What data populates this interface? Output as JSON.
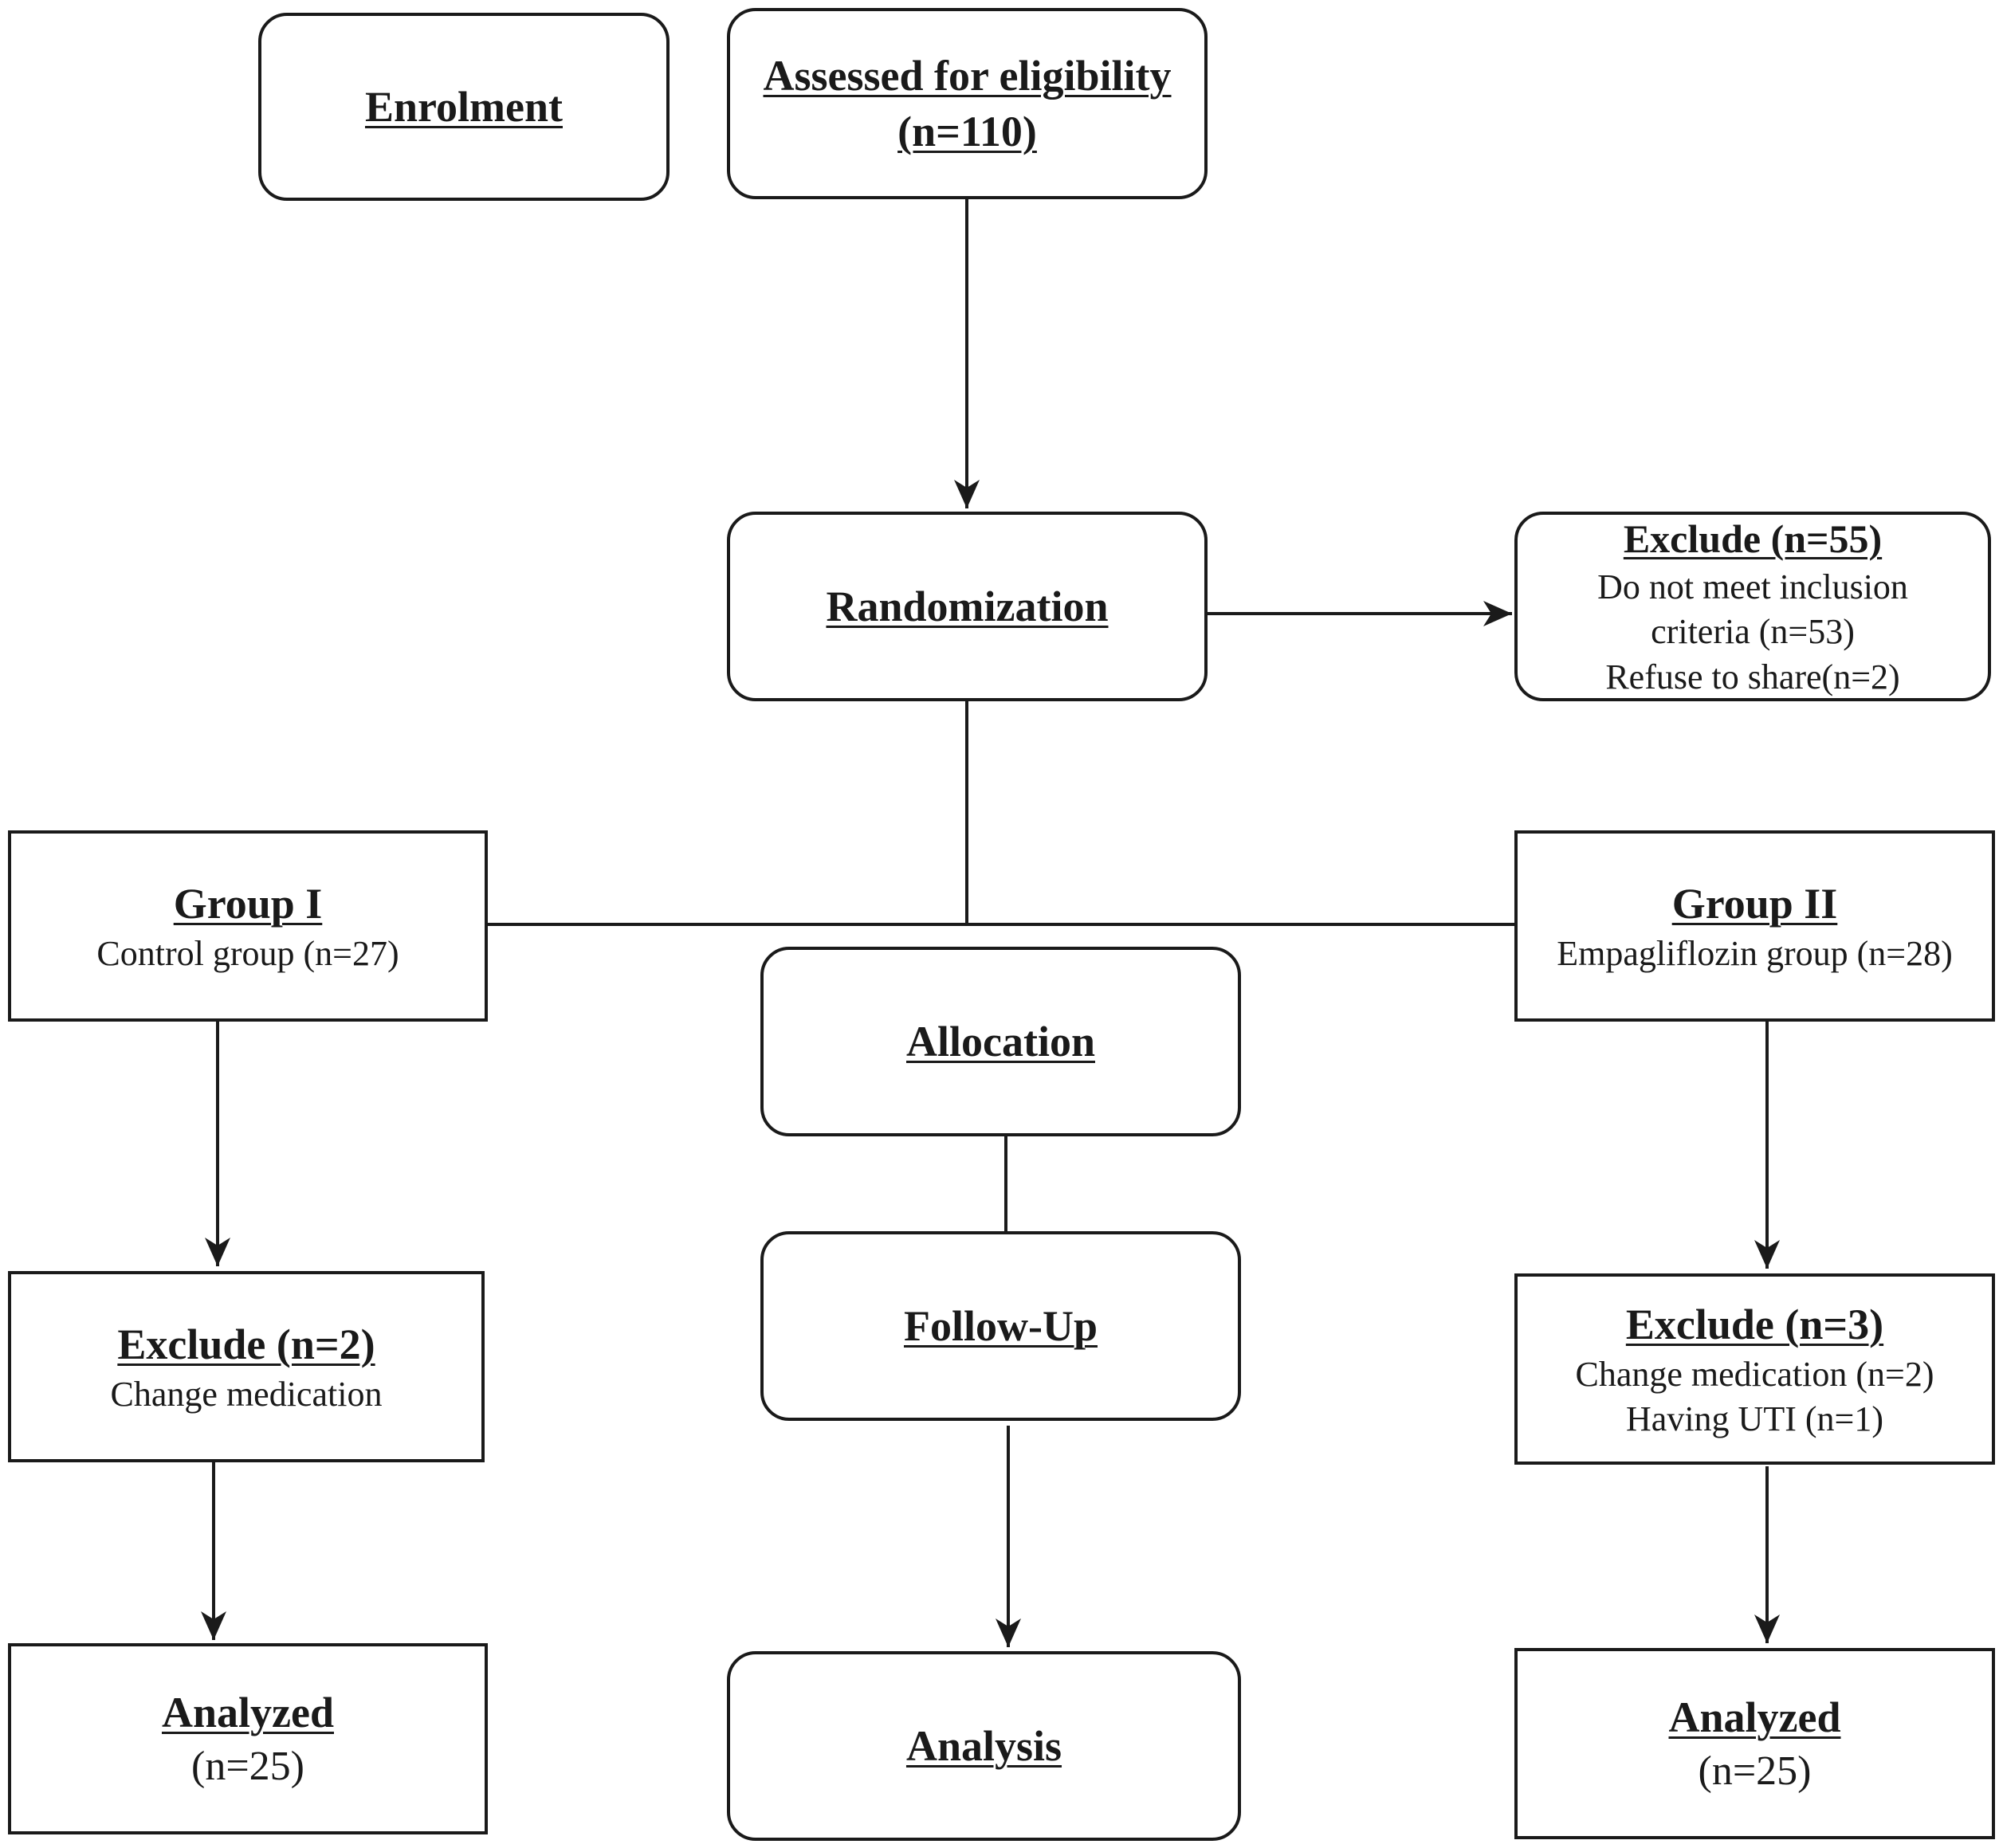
{
  "enrolment": {
    "title": "Enrolment"
  },
  "eligibility": {
    "title_line1": "Assessed for eligibility",
    "title_line2": "(n=110)"
  },
  "randomization": {
    "title": "Randomization"
  },
  "exclude_top": {
    "title": "Exclude (n=55)",
    "lines": [
      "Do not meet inclusion",
      "criteria (n=53)",
      "Refuse to share(n=2)"
    ]
  },
  "group1": {
    "title": "Group I",
    "subtitle": "Control group (n=27)"
  },
  "group2": {
    "title": "Group II",
    "subtitle": "Empagliflozin group (n=28)"
  },
  "allocation": {
    "title": "Allocation"
  },
  "follow_up": {
    "title": "Follow-Up"
  },
  "analysis": {
    "title": "Analysis"
  },
  "exclude_left": {
    "title": "Exclude (n=2)",
    "lines": [
      "Change medication"
    ]
  },
  "exclude_right": {
    "title": "Exclude (n=3)",
    "lines": [
      "Change medication (n=2)",
      "Having UTI (n=1)"
    ]
  },
  "analyzed_left": {
    "title": "Analyzed",
    "count": "(n=25)"
  },
  "analyzed_right": {
    "title": "Analyzed",
    "count": "(n=25)"
  }
}
